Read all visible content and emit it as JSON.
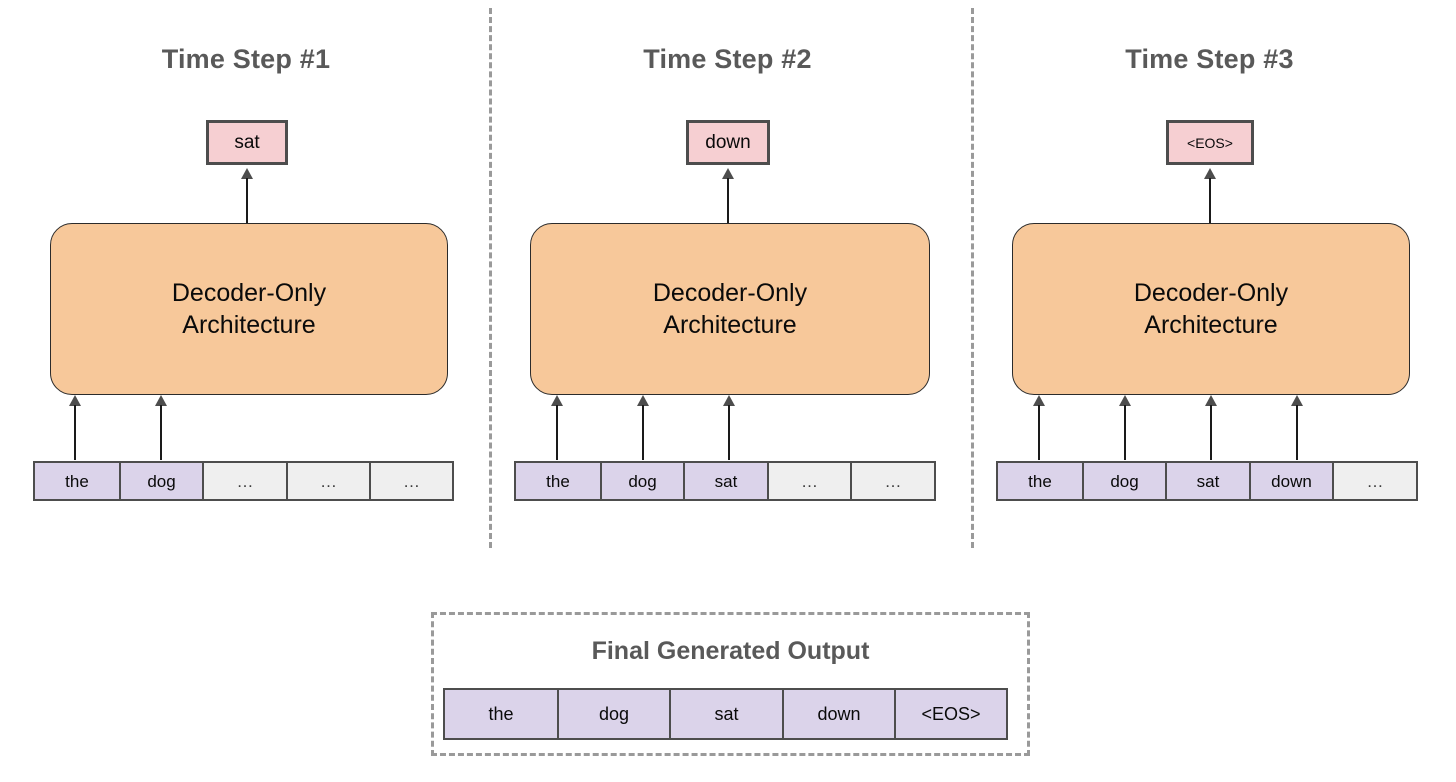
{
  "diagram": {
    "title_color": "#595959",
    "decoder_color": "#F7C89A",
    "prediction_color": "#F6CFD2",
    "token_filled_color": "#DBD3EA",
    "token_empty_color": "#EFEFEF",
    "border_color": "#4d4d4d",
    "separator_color": "#9a9a9a"
  },
  "panels": [
    {
      "title": "Time Step #1",
      "decoder_label": "Decoder-Only\nArchitecture",
      "decoder_line1": "Decoder-Only",
      "decoder_line2": "Architecture",
      "prediction": "sat",
      "prediction_small": false,
      "tokens": [
        {
          "label": "the",
          "filled": true
        },
        {
          "label": "dog",
          "filled": true
        },
        {
          "label": "…",
          "filled": false
        },
        {
          "label": "…",
          "filled": false
        },
        {
          "label": "…",
          "filled": false
        }
      ],
      "input_arrow_count": 2
    },
    {
      "title": "Time Step #2",
      "decoder_label": "Decoder-Only\nArchitecture",
      "decoder_line1": "Decoder-Only",
      "decoder_line2": "Architecture",
      "prediction": "down",
      "prediction_small": false,
      "tokens": [
        {
          "label": "the",
          "filled": true
        },
        {
          "label": "dog",
          "filled": true
        },
        {
          "label": "sat",
          "filled": true
        },
        {
          "label": "…",
          "filled": false
        },
        {
          "label": "…",
          "filled": false
        }
      ],
      "input_arrow_count": 3
    },
    {
      "title": "Time Step #3",
      "decoder_label": "Decoder-Only\nArchitecture",
      "decoder_line1": "Decoder-Only",
      "decoder_line2": "Architecture",
      "prediction": "<EOS>",
      "prediction_small": true,
      "tokens": [
        {
          "label": "the",
          "filled": true
        },
        {
          "label": "dog",
          "filled": true
        },
        {
          "label": "sat",
          "filled": true
        },
        {
          "label": "down",
          "filled": true
        },
        {
          "label": "…",
          "filled": false
        }
      ],
      "input_arrow_count": 4
    }
  ],
  "final_output": {
    "title": "Final Generated Output",
    "tokens": [
      {
        "label": "the",
        "filled": true
      },
      {
        "label": "dog",
        "filled": true
      },
      {
        "label": "sat",
        "filled": true
      },
      {
        "label": "down",
        "filled": true
      },
      {
        "label": "<EOS>",
        "filled": true
      }
    ]
  }
}
